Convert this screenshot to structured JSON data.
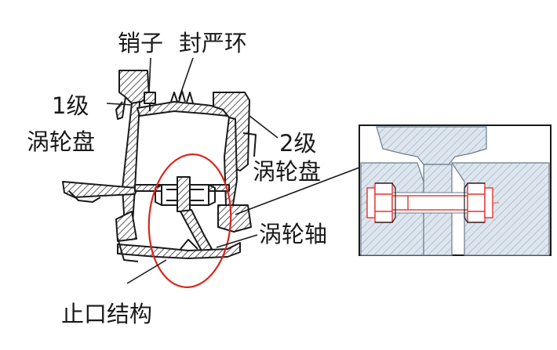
{
  "labels": {
    "pin": "销子",
    "seal_ring": "封严环",
    "disk1_line1": "1级",
    "disk1_line2": "涡轮盘",
    "disk2_line1": "2级",
    "disk2_line2": "涡轮盘",
    "shaft": "涡轮轴",
    "spigot": "止口结构"
  },
  "colors": {
    "ink": "#1a1a1a",
    "hatch": "#333333",
    "ellipse": "#d9261c",
    "bolt_red": "#e3342f",
    "detail_fill": "#dde5ee",
    "detail_hatch": "#9aaab9"
  }
}
